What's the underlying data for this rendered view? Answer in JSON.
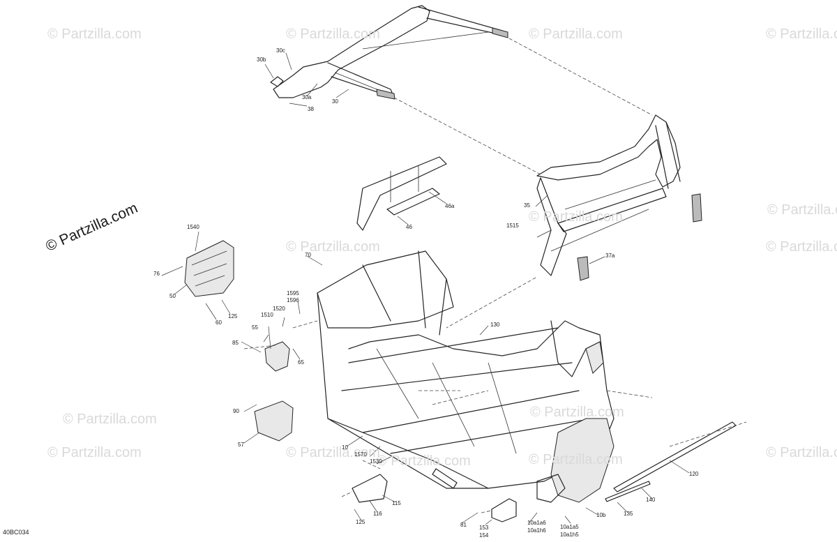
{
  "watermarks": [
    "© Partzilla.com",
    "© Partzilla.com",
    "© Partzilla.com",
    "© Partzilla.com",
    "© Partzilla.com",
    "© Partzilla.com",
    "© Partzilla.com",
    "© Partzilla.com",
    "© Partzilla.com",
    "© Partzilla.com",
    "© Partzilla.com",
    "© Partzilla.com",
    "© Partzilla.com",
    "© Partzilla.com",
    "© Partzilla.com"
  ],
  "main_watermark": "© Partzilla.com",
  "diagram_code": "40BC034",
  "callouts": [
    "30c",
    "30b",
    "30a",
    "30",
    "38",
    "46a",
    "46",
    "35",
    "1515",
    "37a",
    "1540",
    "76",
    "50",
    "125",
    "60",
    "70",
    "1595",
    "1596",
    "1510",
    "1520",
    "55",
    "85",
    "65",
    "130",
    "90",
    "57",
    "10",
    "1570",
    "1530",
    "115",
    "116",
    "125",
    "81",
    "153",
    "154",
    "10a1a6",
    "10a1h6",
    "10a1a5",
    "10a1h5",
    "10b",
    "135",
    "140",
    "120"
  ]
}
